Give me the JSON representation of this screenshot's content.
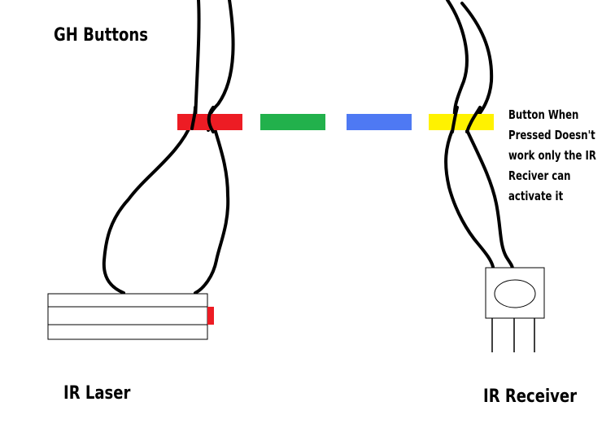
{
  "diagram": {
    "title": "GH Buttons",
    "laser_label": "IR Laser",
    "receiver_label": "IR Receiver",
    "note_lines": [
      "Button When",
      "Pressed Doesn't",
      "work only the IR",
      "Reciver can",
      "activate it"
    ]
  },
  "colors": {
    "red": "#ed1c24",
    "green": "#22b14c",
    "blue": "#4e79f3",
    "yellow": "#fff200",
    "laser_tip": "#ed1c24",
    "line": "#000000",
    "outline": "#000000",
    "background": "#ffffff"
  },
  "buttons": [
    {
      "name": "red-button",
      "color": "red"
    },
    {
      "name": "green-button",
      "color": "green"
    },
    {
      "name": "blue-button",
      "color": "blue"
    },
    {
      "name": "yellow-button",
      "color": "yellow"
    }
  ]
}
